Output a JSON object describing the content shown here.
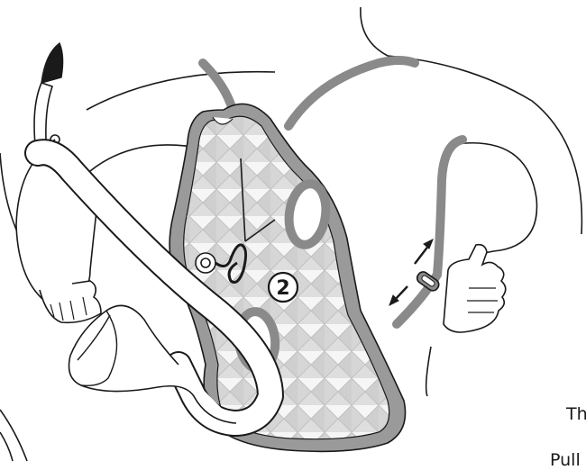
{
  "diagram": {
    "step_number": "2",
    "caption_line_1": "Th",
    "caption_line_2": "Pull",
    "colors": {
      "outline": "#1a1a1a",
      "strap_gray": "#8a8a8a",
      "pad_fill": "#e7e7e7",
      "pad_diamond": "#c9c9c9",
      "reed_tip": "#1a1a1a"
    },
    "icons": [
      "saxophone-icon",
      "harness-pad-icon",
      "adjust-arrows-icon",
      "strap-clip-icon",
      "hook-icon"
    ]
  }
}
